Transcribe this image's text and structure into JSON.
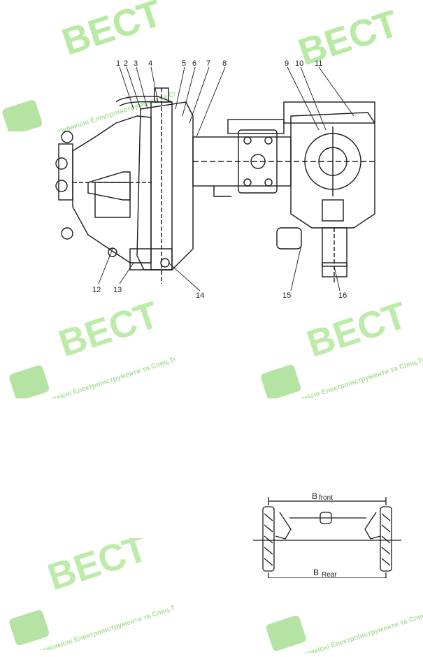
{
  "watermark": {
    "brand": "ВЕСТ",
    "tagline": "Високоякісні Електроінструменти та Спец.Техніка",
    "colors": {
      "brand": "#7ed957",
      "text": "#5cbf3a",
      "tractor": "#6cc94a"
    }
  },
  "axle_drawing": {
    "callouts": [
      "1",
      "2",
      "3",
      "4",
      "5",
      "6",
      "7",
      "8",
      "9",
      "10",
      "11",
      "12",
      "13",
      "14",
      "15",
      "16"
    ]
  },
  "wheel_diagram": {
    "front_label": "B",
    "front_sub": "front",
    "rear_label": "B",
    "rear_sub": "Rear"
  }
}
